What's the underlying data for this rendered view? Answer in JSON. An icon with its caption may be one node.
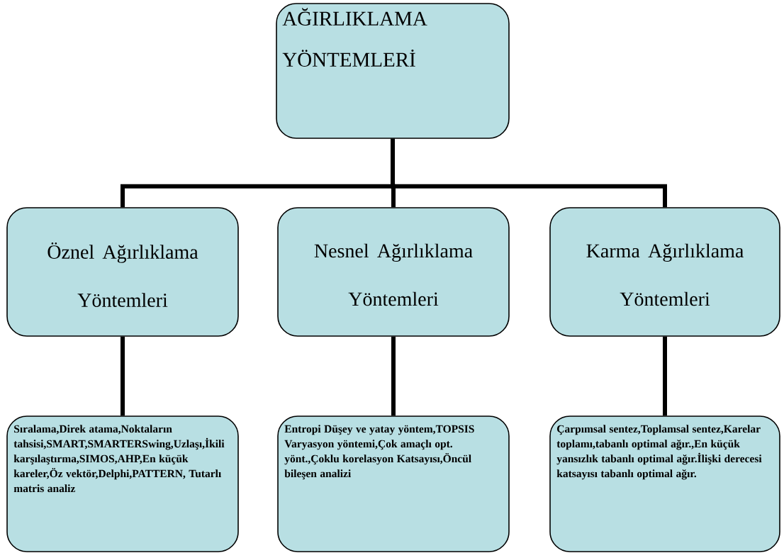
{
  "diagram": {
    "nodes": [
      {
        "text": [
          "AĞIRLIKLAMA YÖNTEMLERİ"
        ]
      },
      {
        "text": [
          "Öznel Ağırlıklama Yöntemleri"
        ]
      },
      {
        "text": [
          "Nesnel Ağırlıklama Yöntemleri"
        ]
      },
      {
        "text": [
          "Karma Ağırlıklama Yöntemleri"
        ]
      },
      {
        "text": [
          "Sıralama,Direk atama,Noktaların tahsisi,SMART,SMARTERSwing,Uzlaşı,İkili karşılaştırma,SIMOS,AHP,En küçük kareler,Öz vektör,Delphi,PATTERN, Tutarlı matris analiz"
        ]
      },
      {
        "text": [
          "Entropi Düşey ve yatay yöntem,TOPSIS Varyasyon yöntemi,Çok amaçlı opt. yönt.,Çoklu korelasyon Katsayısı,Öncül bileşen analizi"
        ]
      },
      {
        "text": [
          "Çarpımsal sentez,Toplamsal sentez,Karelar toplamı,tabanlı optimal ağır.,En küçük yansızlık tabanlı optimal ağır.İlişki derecesi katsayısı tabanlı optimal ağır."
        ]
      }
    ],
    "edges": [
      {
        "from": 0,
        "to": 1,
        "arrow": "none"
      },
      {
        "from": 0,
        "to": 2,
        "arrow": "none"
      },
      {
        "from": 0,
        "to": 3,
        "arrow": "none"
      },
      {
        "from": 1,
        "to": 4,
        "arrow": "none"
      },
      {
        "from": 2,
        "to": 5,
        "arrow": "none"
      },
      {
        "from": 3,
        "to": 6,
        "arrow": "none"
      }
    ]
  }
}
